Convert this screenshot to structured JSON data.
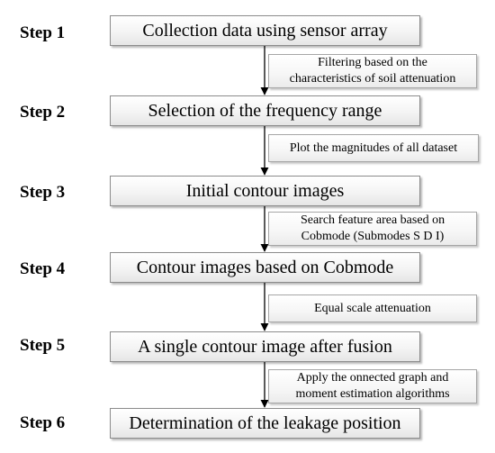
{
  "steps": [
    {
      "label": "Step 1",
      "text": "Collection data using sensor array"
    },
    {
      "label": "Step 2",
      "text": "Selection of the frequency range"
    },
    {
      "label": "Step 3",
      "text": "Initial contour images"
    },
    {
      "label": "Step 4",
      "text": "Contour images based on Cobmode"
    },
    {
      "label": "Step 5",
      "text": "A single contour image after fusion"
    },
    {
      "label": "Step 6",
      "text": "Determination of the leakage position"
    }
  ],
  "annotations": [
    {
      "lines": [
        "Filtering based on the",
        "characteristics of soil attenuation"
      ]
    },
    {
      "lines": [
        "Plot the magnitudes of all dataset"
      ]
    },
    {
      "lines": [
        "Search feature area based on",
        "Cobmode (Submodes S D I)"
      ]
    },
    {
      "lines": [
        "Equal scale attenuation"
      ]
    },
    {
      "lines": [
        "Apply the onnected graph and",
        "moment estimation algorithms"
      ]
    }
  ],
  "colors": {
    "arrow": "#000000",
    "box_border": "#8c8c8c"
  }
}
